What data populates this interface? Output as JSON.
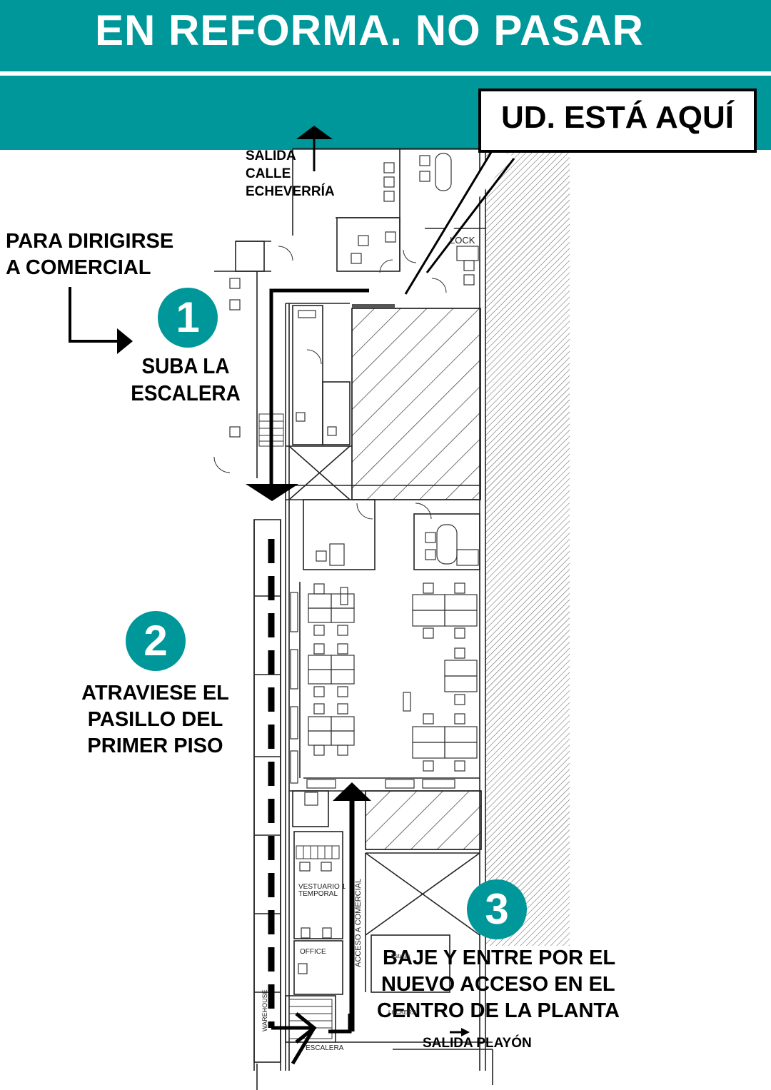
{
  "colors": {
    "teal": "#00979A",
    "band_divider": "#cfd8d8",
    "hatch": "#444444",
    "ink": "#000000",
    "badge_text": "#FFFFFF"
  },
  "banner": {
    "title": "EN REFORMA.  NO PASAR"
  },
  "callout": {
    "text": "UD. ESTÁ AQUÍ"
  },
  "exit_top": {
    "line1": "SALIDA",
    "line2": "CALLE",
    "line3": "ECHEVERRÍA"
  },
  "commercial_note": {
    "line1": "PARA DIRIGIRSE",
    "line2": "A COMERCIAL"
  },
  "steps": [
    {
      "number": "1",
      "line1": "SUBA LA",
      "line2": "ESCALERA"
    },
    {
      "number": "2",
      "line1": "ATRAVIESE EL",
      "line2": "PASILLO DEL",
      "line3": "PRIMER PISO"
    },
    {
      "number": "3",
      "line1": "BAJE Y ENTRE POR EL",
      "line2": "NUEVO ACCESO EN EL",
      "line3": "CENTRO DE LA PLANTA"
    }
  ],
  "exit_bottom": {
    "text": "SALIDA PLAYÓN"
  },
  "plan_labels": {
    "lock": "LOCK",
    "vestuario1": "VESTUARIO 1",
    "vestuario2": "TEMPORAL",
    "office": "OFFICE",
    "acceso": "ACCESO A COMERCIAL",
    "escalera": "ESCALERA",
    "warehouse": "WAREHOUSE",
    "lockers": "LOCKERS",
    "estufas": "Estufas"
  }
}
